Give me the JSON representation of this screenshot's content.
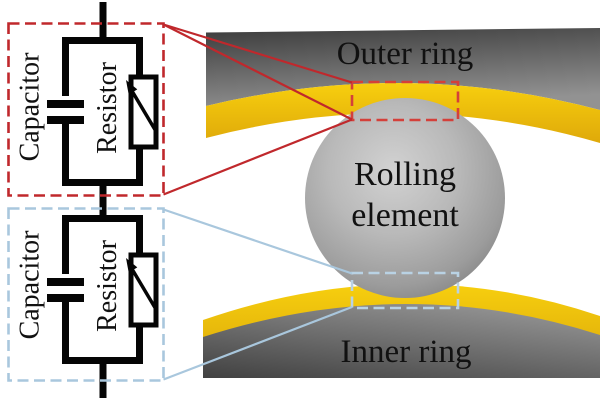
{
  "figure": {
    "bearing": {
      "outer_ring_label": "Outer ring",
      "rolling_element_line1": "Rolling",
      "rolling_element_line2": "element",
      "inner_ring_label": "Inner ring"
    },
    "outer_contact_circuit": {
      "capacitor_label": "Capacitor",
      "resistor_label": "Resistor"
    },
    "inner_contact_circuit": {
      "capacitor_label": "Capacitor",
      "resistor_label": "Resistor"
    },
    "colors": {
      "outer_callout_red": "#c0282c",
      "outer_contact_box_red": "#d4403a",
      "inner_callout_blue": "#a9c7dd",
      "inner_contact_box_blue": "#b9d2e4",
      "lubricant_yellow_bright": "#f7cf0e",
      "lubricant_yellow_deep": "#dfa90a",
      "ring_gray_dark": "#3c3c3c",
      "ring_gray_light": "#929292",
      "ball_gray_highlight": "#d2d2d2",
      "ball_gray_edge": "#818181",
      "wire_black": "#050505"
    }
  }
}
